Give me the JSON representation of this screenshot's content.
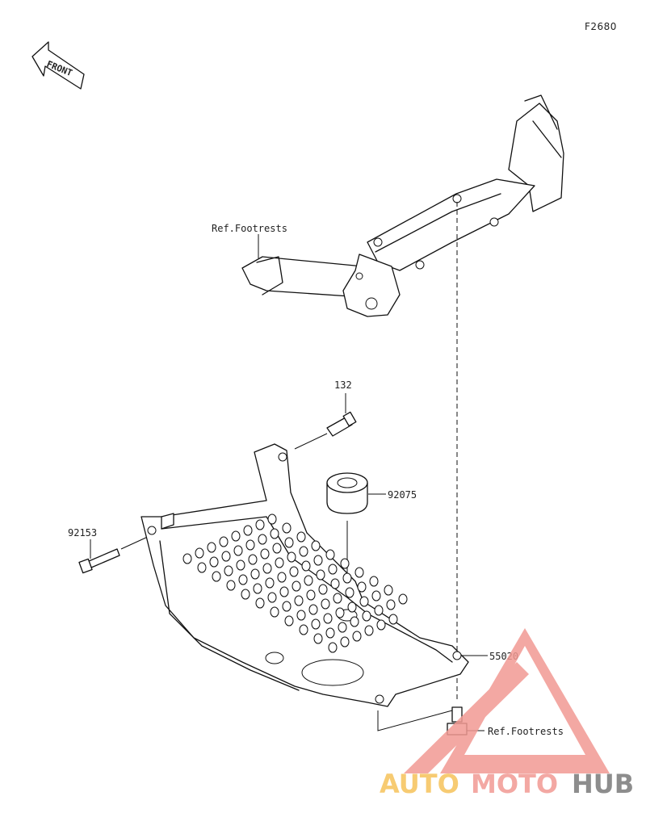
{
  "diagram": {
    "code": "F2680",
    "front_label": "FRONT",
    "labels": {
      "ref_footrests_top": "Ref.Footrests",
      "part_132": "132",
      "part_92075": "92075",
      "part_92153": "92153",
      "part_55020": "55020",
      "ref_footrests_bottom": "Ref.Footrests"
    }
  },
  "watermark": {
    "auto": "AUTO",
    "moto": "MOTO",
    "hub": "HUB",
    "colors": {
      "triangle": "#f29a93",
      "auto": "#f6c25a",
      "moto": "#f29a93",
      "hub": "#7a7a7a"
    }
  }
}
